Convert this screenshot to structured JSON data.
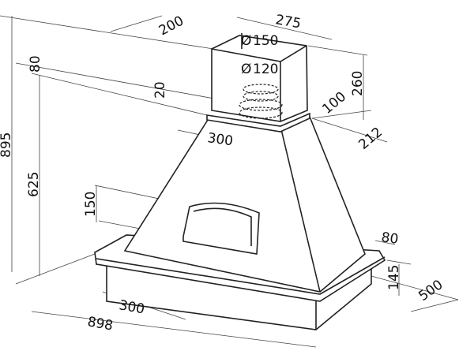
{
  "dimensions": {
    "chimney_depth": "200",
    "chimney_width": "275",
    "outlet_diameter_large": "150",
    "outlet_diameter_small": "120",
    "diameter_symbol": "Ø",
    "top_offset": "80",
    "collar_height": "20",
    "chimney_height": "260",
    "collar_depth": "100",
    "collar_width": "300",
    "collar_side": "212",
    "total_height": "895",
    "body_height": "625",
    "window_height": "150",
    "base_lip": "80",
    "base_height": "145",
    "base_depth": "500",
    "window_width": "300",
    "total_width": "898"
  }
}
